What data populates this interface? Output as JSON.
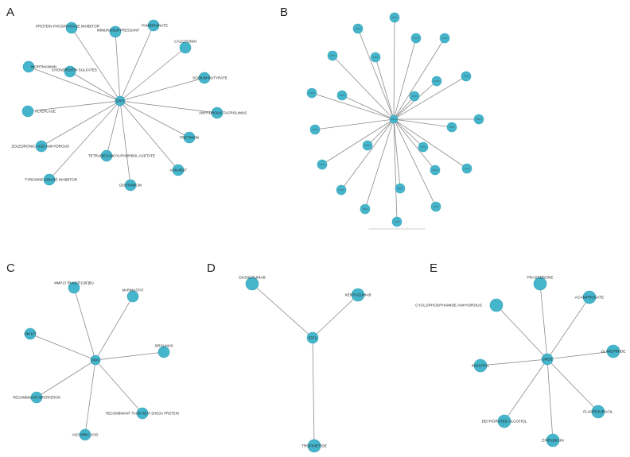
{
  "colors": {
    "node": "#45b5cc",
    "edge": "#8c8c8c",
    "text": "#222222"
  },
  "panels": [
    {
      "letter": "A",
      "center": "SPP1",
      "nodes": [
        "PROTEIN PHOSPHATASE INHIBITOR",
        "IMMUNOSUPPRESSANT",
        "PAMIDRONATE",
        "CALCITONIN",
        "WORTMANNIN",
        "CHONDROITIN SULFATES",
        "SODIUM BUTYRATE",
        "ALTEPLASE",
        "ANHYDROUS TACROLIMUS",
        "TRETINOIN",
        "ZOLEDRONIC ACID ANHYDROUS",
        "TETRADECANOYLPHORBOL ACETATE",
        "AGN-6607",
        "TYROSINE KINASE INHIBITOR",
        "GENTAMICIN"
      ]
    },
    {
      "letter": "B",
      "center": "",
      "nodes": [
        "",
        "",
        "",
        "",
        "",
        "",
        "",
        "",
        "",
        "",
        "",
        "",
        "",
        "",
        "",
        "",
        "",
        "",
        "",
        "",
        "",
        "",
        "",
        "",
        "",
        ""
      ]
    },
    {
      "letter": "C",
      "center": "DKK1",
      "nodes": [
        "MMP13 TRACER [18F]BU",
        "MARIMASTAT",
        "GM-107",
        "SIROLIMUS",
        "RECOMBINANT INTERFERON",
        "RECOMBINANT 70-KD HEAT-SHOCK PROTEIN",
        "ASCORBIC ACID"
      ]
    },
    {
      "letter": "D",
      "center": "IGF1",
      "nodes": [
        "DUSIGITUMAB",
        "XENTUZUMAB",
        "TROFINETIDE"
      ]
    },
    {
      "letter": "E",
      "center": "SRD5",
      "nodes": [
        "PRASTERONE",
        "CYCLOPHOSPHAMIDE ANHYDROUS",
        "ACAMPROSATE",
        "GLIMEPIRIDE",
        "INOSITOL",
        "DEHYDRATED ALCOHOL",
        "FLUOROURACIL",
        "EPIRUBICIN"
      ]
    }
  ]
}
